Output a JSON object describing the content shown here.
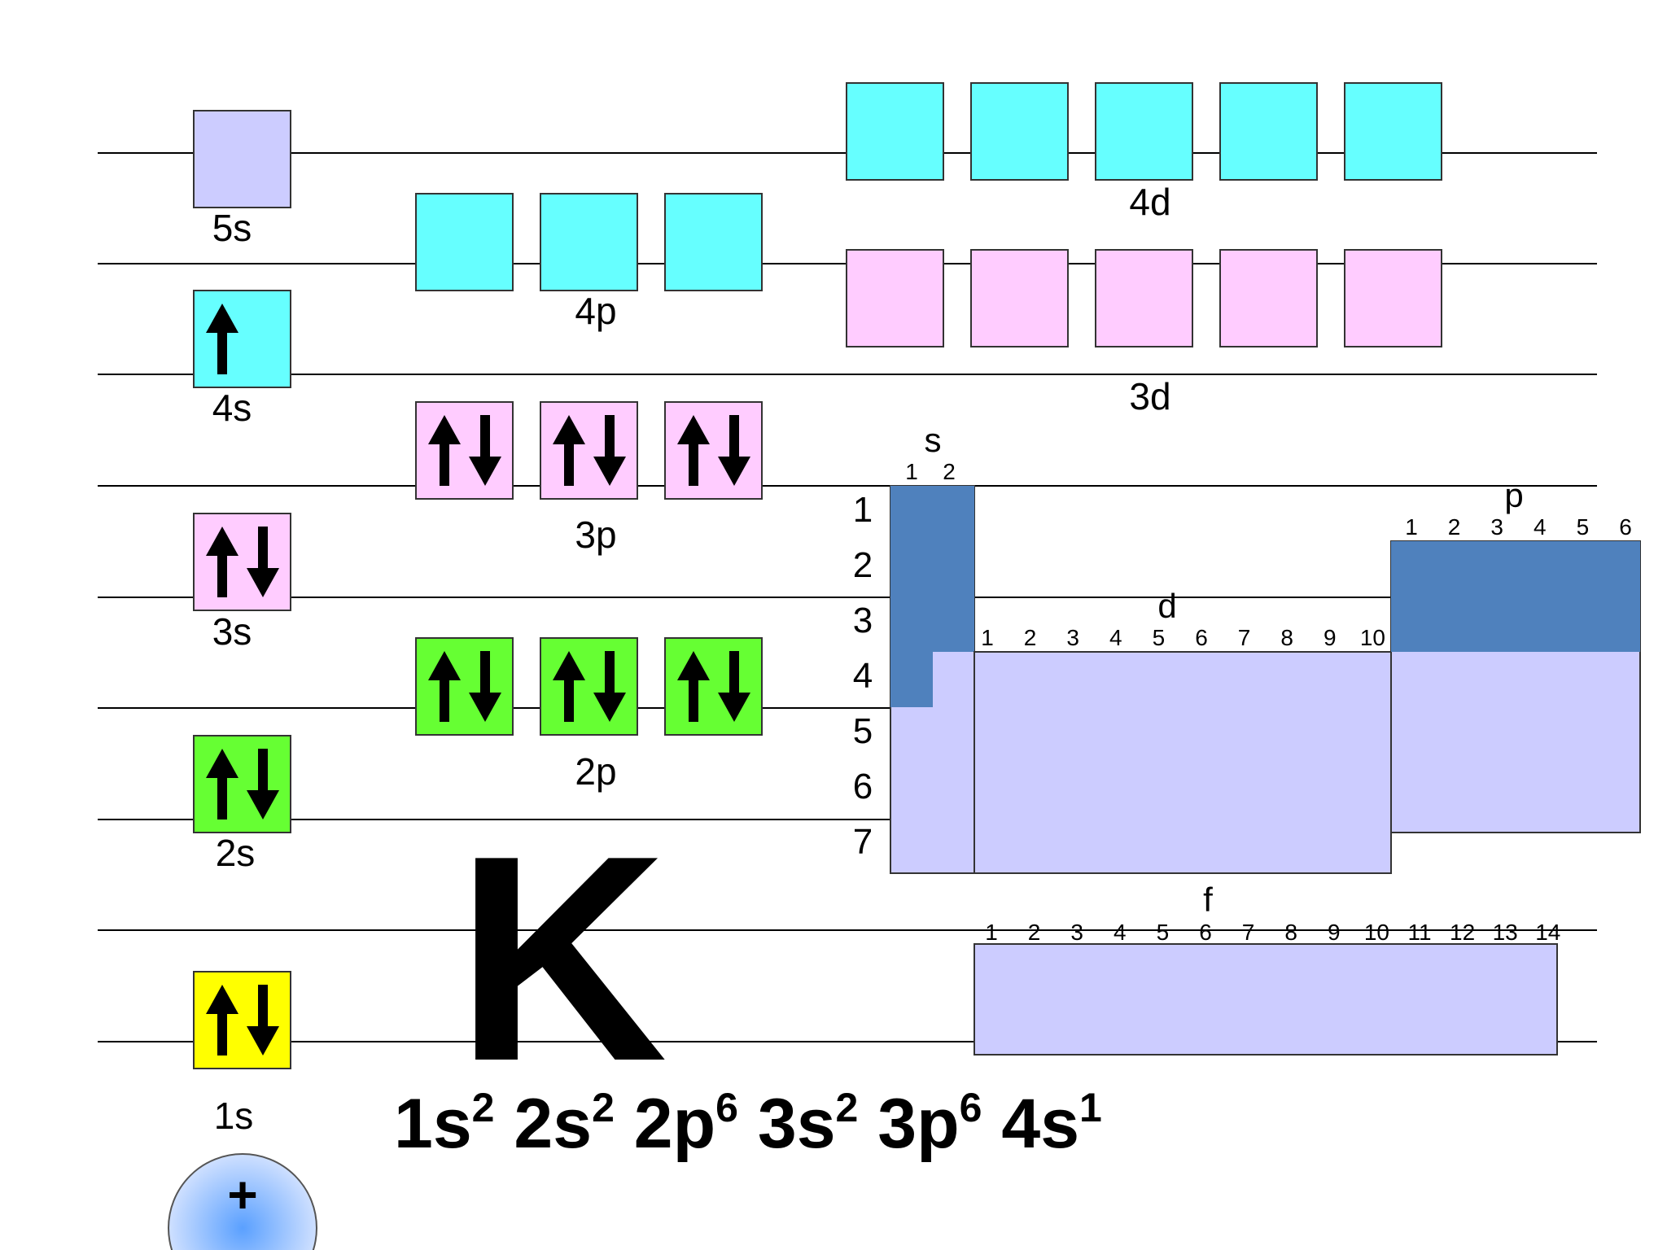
{
  "element_symbol": "K",
  "electron_configuration": [
    {
      "orbital": "1s",
      "count": "2"
    },
    {
      "orbital": "2s",
      "count": "2"
    },
    {
      "orbital": "2p",
      "count": "6"
    },
    {
      "orbital": "3s",
      "count": "2"
    },
    {
      "orbital": "3p",
      "count": "6"
    },
    {
      "orbital": "4s",
      "count": "1"
    }
  ],
  "nucleus_symbol": "+",
  "orbital_boxes": [
    {
      "label": "1s",
      "boxes": 1,
      "color": "#ffff00",
      "electrons": [
        "ud"
      ]
    },
    {
      "label": "2s",
      "boxes": 1,
      "color": "#66ff33",
      "electrons": [
        "ud"
      ]
    },
    {
      "label": "2p",
      "boxes": 3,
      "color": "#66ff33",
      "electrons": [
        "ud",
        "ud",
        "ud"
      ]
    },
    {
      "label": "3s",
      "boxes": 1,
      "color": "#ffccff",
      "electrons": [
        "ud"
      ]
    },
    {
      "label": "3p",
      "boxes": 3,
      "color": "#ffccff",
      "electrons": [
        "ud",
        "ud",
        "ud"
      ]
    },
    {
      "label": "4s",
      "boxes": 1,
      "color": "#66ffff",
      "electrons": [
        "u"
      ]
    },
    {
      "label": "3d",
      "boxes": 5,
      "color": "#ffccff",
      "electrons": [
        "",
        "",
        "",
        "",
        ""
      ]
    },
    {
      "label": "4p",
      "boxes": 3,
      "color": "#66ffff",
      "electrons": [
        "",
        "",
        ""
      ]
    },
    {
      "label": "5s",
      "boxes": 1,
      "color": "#ccccff",
      "electrons": [
        ""
      ]
    },
    {
      "label": "4d",
      "boxes": 5,
      "color": "#66ffff",
      "electrons": [
        "",
        "",
        "",
        "",
        ""
      ]
    }
  ],
  "periodic_blocks": {
    "period_labels": [
      "1",
      "2",
      "3",
      "4",
      "5",
      "6",
      "7"
    ],
    "s": {
      "title": "s",
      "columns": [
        "1",
        "2"
      ]
    },
    "d": {
      "title": "d",
      "columns": [
        "1",
        "2",
        "3",
        "4",
        "5",
        "6",
        "7",
        "8",
        "9",
        "10"
      ]
    },
    "p": {
      "title": "p",
      "columns": [
        "1",
        "2",
        "3",
        "4",
        "5",
        "6"
      ]
    },
    "f": {
      "title": "f",
      "columns": [
        "1",
        "2",
        "3",
        "4",
        "5",
        "6",
        "7",
        "8",
        "9",
        "10",
        "11",
        "12",
        "13",
        "14"
      ]
    },
    "filled_color": "#4f81bd",
    "empty_color": "#ccccff"
  }
}
